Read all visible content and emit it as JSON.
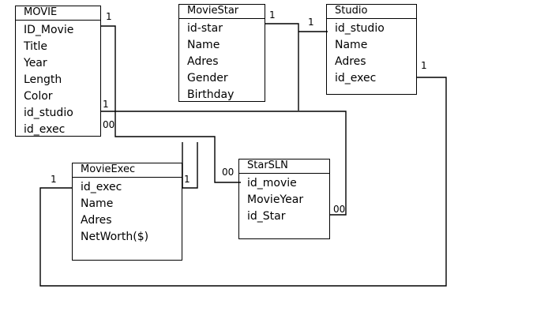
{
  "entities": {
    "movie": {
      "title": "MOVIE",
      "attributes": [
        "ID_Movie",
        "Title",
        "Year",
        "Length",
        "Color",
        "id_studio",
        "id_exec"
      ]
    },
    "moviestar": {
      "title": "MovieStar",
      "attributes": [
        "id-star",
        "Name",
        "Adres",
        "Gender",
        "Birthday"
      ]
    },
    "studio": {
      "title": "Studio",
      "attributes": [
        "id_studio",
        "Name",
        "Adres",
        "id_exec"
      ]
    },
    "movieexec": {
      "title": "MovieExec",
      "attributes": [
        "id_exec",
        "Name",
        "Adres",
        "NetWorth($)"
      ]
    },
    "starsln": {
      "title": "StarSLN",
      "attributes": [
        "id_movie",
        "MovieYear",
        "id_Star"
      ]
    }
  },
  "multiplicities": {
    "movie_top": "1",
    "moviestar_right": "1",
    "studio_left": "1",
    "studio_right": "1",
    "movie_studio": "1",
    "movie_exec": "00",
    "movieexec_left": "1",
    "movieexec_right": "1",
    "starsln_left": "00",
    "starsln_right": "00"
  }
}
